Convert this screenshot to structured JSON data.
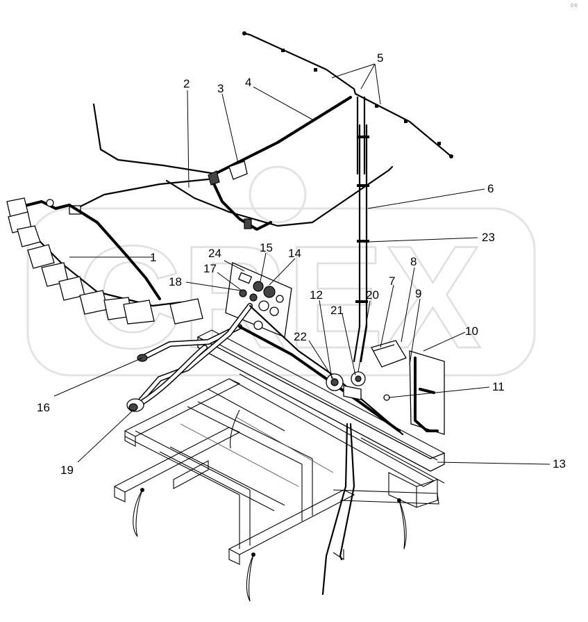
{
  "diagram": {
    "watermark": "CREX",
    "corner_mark": "0 0",
    "callouts": [
      "1",
      "2",
      "3",
      "4",
      "5",
      "6",
      "7",
      "8",
      "9",
      "10",
      "11",
      "12",
      "13",
      "14",
      "15",
      "16",
      "17",
      "18",
      "19",
      "20",
      "21",
      "22",
      "23",
      "24"
    ]
  }
}
